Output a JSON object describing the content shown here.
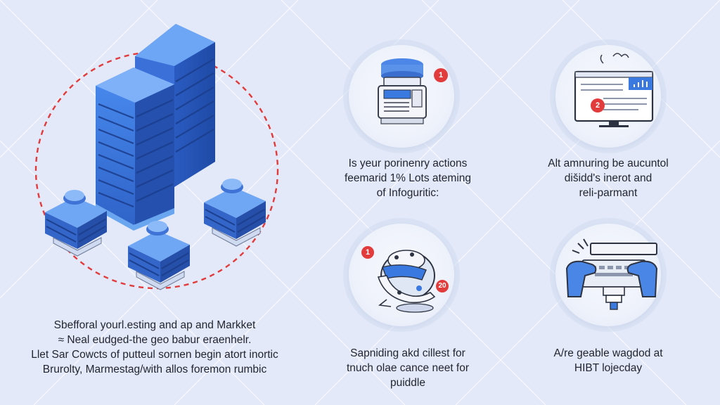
{
  "hero": {
    "caption_lines": [
      "Sbefforal yourl.esting and ap and Markket",
      "≈ Neal eudged-the geo babur eraenhelr.",
      "Llet Sar Cowcts of putteul sornen begin atort inortic",
      "Brurolty, Marmestag/with allos foremon rumbic"
    ]
  },
  "steps": [
    {
      "badge": "1",
      "icon": "printer-device-icon",
      "caption_lines": [
        "Is yeur porinenry actions",
        "feemarid 1% Lots ateming",
        "of Infoguritic:"
      ]
    },
    {
      "badge": "2",
      "icon": "monitor-dashboard-icon",
      "caption_lines": [
        "Alt amnuring be aucuntol",
        "dišidd's inerot and",
        "reli-parmant"
      ]
    },
    {
      "badge_a": "1",
      "badge_b": "20",
      "icon": "robotic-scanner-icon",
      "caption_lines": [
        "Sapniding akd cillest for",
        "tnuch olae cance neet for",
        "puiddle"
      ]
    },
    {
      "icon": "hands-keyboard-icon",
      "caption_lines": [
        "A/re geable wagdod at",
        "HIBT lojecday"
      ]
    }
  ],
  "colors": {
    "background": "#e3e9f8",
    "server_blue": "#3a78e0",
    "accent_red": "#e23b3b"
  }
}
